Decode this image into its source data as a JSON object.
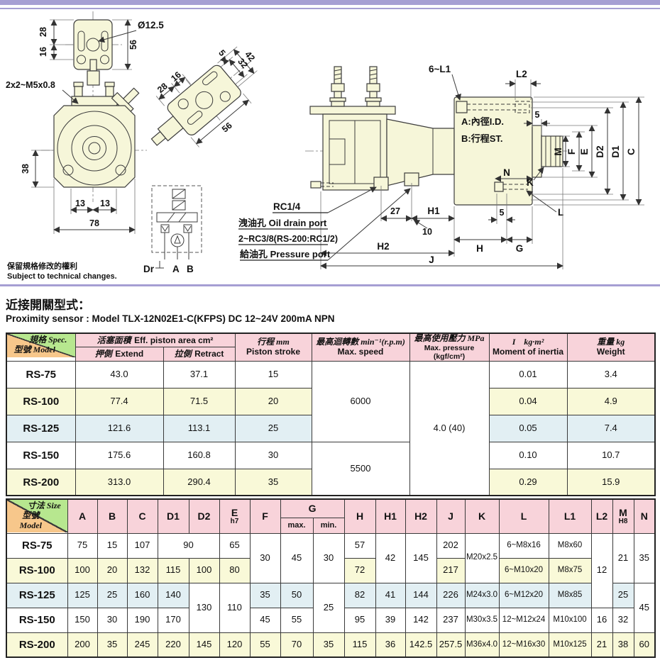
{
  "page": {
    "section_title_zh": "近接開關型式：",
    "sensor_line": "Proximity sensor : Model TLX-12N02E1-C(KFPS) DC 12~24V  200mA NPN",
    "note_zh": "保留規格修改的權利",
    "note_en": "Subject to technical changes."
  },
  "drawing": {
    "left": {
      "dia_label": "Ø12.5",
      "d28": "28",
      "d16": "16",
      "d56": "56",
      "thread_label": "2x2~M5x0.8",
      "d38": "38",
      "d13a": "13",
      "d13b": "13",
      "d78": "78",
      "sch_dr": "Dr",
      "sch_a": "A",
      "sch_b": "B"
    },
    "angled": {
      "d28": "28",
      "d16": "16",
      "d5": "5",
      "d32": "32",
      "d42": "42",
      "d56": "56"
    },
    "right": {
      "bolts_label": "6~L1",
      "l2": "L2",
      "bore_label": "A:內徑I.D.",
      "stroke_label": "B:行程ST.",
      "d5_top": "5",
      "m": "M",
      "f": "F",
      "e": "E",
      "d2": "D2",
      "d1": "D1",
      "c": "C",
      "n": "N",
      "k": "K",
      "l": "L",
      "rc14": "RC1/4",
      "drain_label": "洩油孔 Oil drain port",
      "rc38": "2~RC3/8(RS-200:RC1/2)",
      "pressure_label": "給油孔 Pressure port",
      "d27": "27",
      "h1": "H1",
      "d10": "10",
      "h2": "H2",
      "h": "H",
      "g": "G",
      "j": "J",
      "d5_bot": "5"
    }
  },
  "spec_table": {
    "corner_top": "規格 Spec.",
    "corner_bottom": "型號 Model",
    "h_area_zh": "活塞面積",
    "h_area_en": "Eff. piston area  cm²",
    "h_extend_zh": "押側",
    "h_extend_en": "Extend",
    "h_retract_zh": "拉側",
    "h_retract_en": "Retract",
    "h_stroke_zh": "行程 mm",
    "h_stroke_en": "Piston stroke",
    "h_speed_zh": "最高迴轉數 min⁻¹(r.p.m)",
    "h_speed_en": "Max. speed",
    "h_press_zh": "最高使用壓力 MPa",
    "h_press_en": "Max. pressure (kgf/cm²)",
    "h_inertia_zh": "I　kg·m²",
    "h_inertia_en": "Moment of inertia",
    "h_weight_zh": "重量 kg",
    "h_weight_en": "Weight",
    "speed_high": "6000",
    "speed_low": "5500",
    "pressure": "4.0 (40)",
    "rows": [
      {
        "model": "RS-75",
        "extend": "43.0",
        "retract": "37.1",
        "stroke": "15",
        "inertia": "0.01",
        "weight": "3.4"
      },
      {
        "model": "RS-100",
        "extend": "77.4",
        "retract": "71.5",
        "stroke": "20",
        "inertia": "0.04",
        "weight": "4.9"
      },
      {
        "model": "RS-125",
        "extend": "121.6",
        "retract": "113.1",
        "stroke": "25",
        "inertia": "0.05",
        "weight": "7.4"
      },
      {
        "model": "RS-150",
        "extend": "175.6",
        "retract": "160.8",
        "stroke": "30",
        "inertia": "0.10",
        "weight": "10.7"
      },
      {
        "model": "RS-200",
        "extend": "313.0",
        "retract": "290.4",
        "stroke": "35",
        "inertia": "0.29",
        "weight": "15.9"
      }
    ]
  },
  "dim_table": {
    "corner_top": "寸法 Size",
    "corner_bottom": "型號 Model",
    "headers": {
      "a": "A",
      "b": "B",
      "c": "C",
      "d1": "D1",
      "d2": "D2",
      "e": "E",
      "e_sub": "h7",
      "f": "F",
      "g": "G",
      "g_max": "max.",
      "g_min": "min.",
      "h": "H",
      "h1": "H1",
      "h2": "H2",
      "j": "J",
      "k": "K",
      "l": "L",
      "l1": "L1",
      "l2": "L2",
      "m": "M",
      "m_sub": "H8",
      "n": "N"
    },
    "merged": {
      "d1d2_75": "90",
      "f_75": "30",
      "gmax_75": "45",
      "gmin_75": "30",
      "h1_75": "42",
      "h2_75": "145",
      "k_75": "M20x2.5",
      "l2_75": "12",
      "m_75": "21",
      "n_75": "35",
      "d2_125": "130",
      "e_125": "110",
      "gmin_125": "25",
      "n_125": "45"
    },
    "rows": {
      "rs75": {
        "model": "RS-75",
        "a": "75",
        "b": "15",
        "c": "107",
        "e": "65",
        "h": "57",
        "j": "202",
        "l": "6~M8x16",
        "l1": "M8x60"
      },
      "rs100": {
        "model": "RS-100",
        "a": "100",
        "b": "20",
        "c": "132",
        "d1": "115",
        "d2": "100",
        "e": "80",
        "h": "72",
        "j": "217",
        "l": "6~M10x20",
        "l1": "M8x75"
      },
      "rs125": {
        "model": "RS-125",
        "a": "125",
        "b": "25",
        "c": "160",
        "d1": "140",
        "f": "35",
        "gmax": "50",
        "h": "82",
        "h1": "41",
        "h2": "144",
        "j": "226",
        "k": "M24x3.0",
        "l": "6~M12x20",
        "l1": "M8x85",
        "m": "25"
      },
      "rs150": {
        "model": "RS-150",
        "a": "150",
        "b": "30",
        "c": "190",
        "d1": "170",
        "f": "45",
        "gmax": "55",
        "h": "95",
        "h1": "39",
        "h2": "142",
        "j": "237",
        "k": "M30x3.5",
        "l": "12~M12x24",
        "l1": "M10x100",
        "l2": "16",
        "m": "32"
      },
      "rs200": {
        "model": "RS-200",
        "a": "200",
        "b": "35",
        "c": "245",
        "d1": "220",
        "d2": "145",
        "e": "120",
        "f": "55",
        "gmax": "70",
        "gmin": "35",
        "h": "115",
        "h1": "36",
        "h2": "142.5",
        "j": "257.5",
        "k": "M36x4.0",
        "l": "12~M16x30",
        "l1": "M10x125",
        "l2": "21",
        "m": "38",
        "n": "60"
      }
    }
  }
}
